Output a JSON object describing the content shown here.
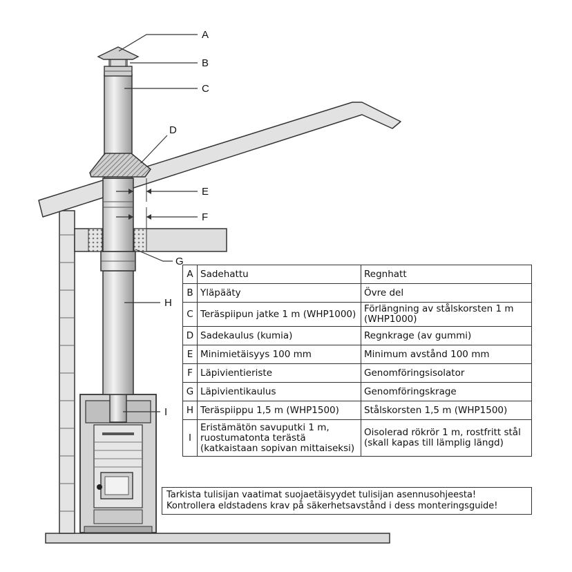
{
  "callouts": [
    "A",
    "B",
    "C",
    "D",
    "E",
    "F",
    "G",
    "H",
    "I"
  ],
  "legend": {
    "rows": [
      {
        "key": "A",
        "fi": "Sadehattu",
        "sv": "Regnhatt"
      },
      {
        "key": "B",
        "fi": "Yläpääty",
        "sv": "Övre del"
      },
      {
        "key": "C",
        "fi": "Teräspiipun jatke 1 m (WHP1000)",
        "sv": "Förlängning av stålskorsten 1 m (WHP1000)"
      },
      {
        "key": "D",
        "fi": "Sadekaulus (kumia)",
        "sv": "Regnkrage (av gummi)"
      },
      {
        "key": "E",
        "fi": "Minimietäisyys 100 mm",
        "sv": "Minimum avstånd 100 mm"
      },
      {
        "key": "F",
        "fi": "Läpivientieriste",
        "sv": "Genomföringsisolator"
      },
      {
        "key": "G",
        "fi": "Läpivientikaulus",
        "sv": "Genomföringskrage"
      },
      {
        "key": "H",
        "fi": "Teräspiippu 1,5 m (WHP1500)",
        "sv": "Stålskorsten 1,5 m (WHP1500)"
      },
      {
        "key": "I",
        "fi": "Eristämätön savuputki 1 m, ruostumatonta terästä (katkaistaan sopivan mittaiseksi)",
        "sv": "Oisolerad rökrör 1 m, rostfritt stål (skall kapas till lämplig längd)"
      }
    ]
  },
  "warning": {
    "line1": "Tarkista tulisijan vaatimat suojaetäisyydet tulisijan asennusohjeesta!",
    "line2": "Kontrollera eldstadens krav på säkerhetsavstånd i dess monteringsguide!"
  }
}
